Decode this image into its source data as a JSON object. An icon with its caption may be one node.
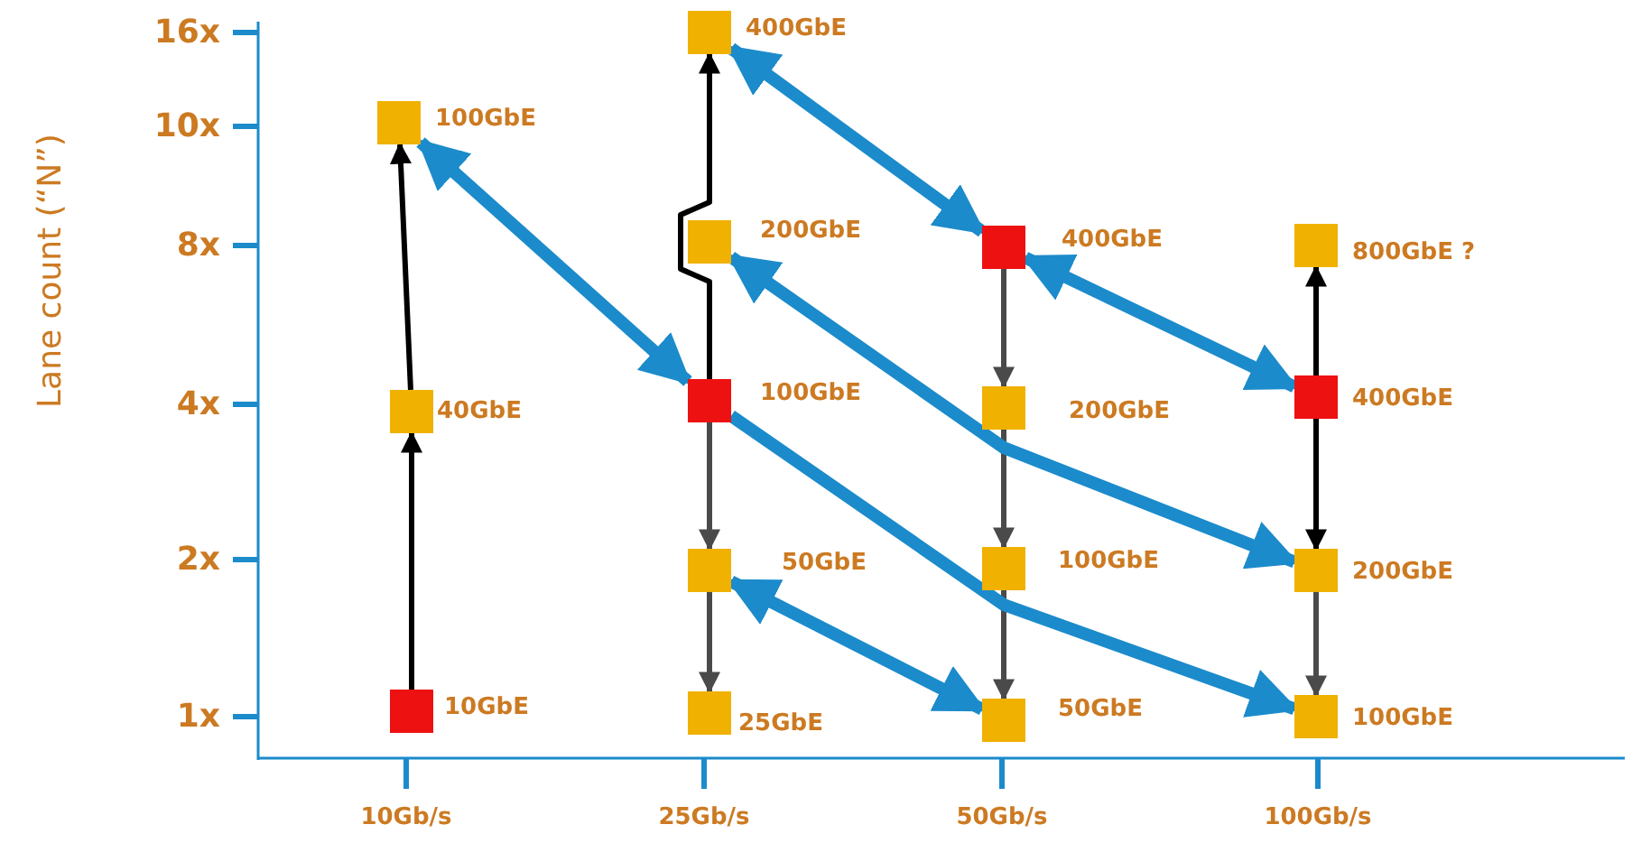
{
  "diagram": {
    "nodes": [
      {
        "text": [],
        "shape": "box",
        "beside": [
          "100GbE"
        ]
      },
      {
        "text": [],
        "shape": "box",
        "beside": [
          "40GbE"
        ]
      },
      {
        "text": [],
        "shape": "box",
        "beside": [
          "10GbE"
        ]
      },
      {
        "text": [],
        "shape": "box",
        "beside": [
          "400GbE"
        ]
      },
      {
        "text": [],
        "shape": "box",
        "beside": [
          "200GbE"
        ]
      },
      {
        "text": [],
        "shape": "box",
        "beside": [
          "100GbE"
        ]
      },
      {
        "text": [],
        "shape": "box",
        "beside": [
          "50GbE"
        ]
      },
      {
        "text": [],
        "shape": "box",
        "beside": [
          "25GbE"
        ]
      },
      {
        "text": [],
        "shape": "box",
        "beside": [
          "400GbE"
        ]
      },
      {
        "text": [],
        "shape": "box",
        "beside": [
          "200GbE"
        ]
      },
      {
        "text": [],
        "shape": "box",
        "beside": [
          "100GbE"
        ]
      },
      {
        "text": [],
        "shape": "box",
        "beside": [
          "50GbE"
        ]
      },
      {
        "text": [],
        "shape": "box",
        "beside": [
          "800GbE ?"
        ]
      },
      {
        "text": [],
        "shape": "box",
        "beside": [
          "400GbE"
        ]
      },
      {
        "text": [],
        "shape": "box",
        "beside": [
          "200GbE"
        ]
      },
      {
        "text": [],
        "shape": "box",
        "beside": [
          "100GbE"
        ]
      }
    ],
    "edges": [
      {
        "from": 2,
        "to": 1,
        "arrow": "to",
        "color": "#000000"
      },
      {
        "from": 1,
        "to": 0,
        "arrow": "to",
        "color": "#000000"
      },
      {
        "from": 5,
        "to": 3,
        "arrow": "to",
        "color": "#000000"
      },
      {
        "from": 13,
        "to": 12,
        "arrow": "to",
        "color": "#000000"
      },
      {
        "from": 13,
        "to": 14,
        "arrow": "to",
        "color": "#000000"
      },
      {
        "from": 5,
        "to": 6,
        "arrow": "to"
      },
      {
        "from": 6,
        "to": 7,
        "arrow": "to"
      },
      {
        "from": 8,
        "to": 9,
        "arrow": "to"
      },
      {
        "from": 9,
        "to": 10,
        "arrow": "to"
      },
      {
        "from": 10,
        "to": 11,
        "arrow": "to"
      },
      {
        "from": 14,
        "to": 15,
        "arrow": "to"
      },
      {
        "from": 0,
        "to": 5,
        "arrow": "both",
        "style": "thick",
        "color": "#1b8bcb"
      },
      {
        "from": 3,
        "to": 8,
        "arrow": "both",
        "style": "thick",
        "color": "#1b8bcb"
      },
      {
        "from": 8,
        "to": 13,
        "arrow": "both",
        "style": "thick",
        "color": "#1b8bcb"
      },
      {
        "from": 4,
        "to": 14,
        "arrow": "both",
        "style": "thick",
        "color": "#1b8bcb"
      },
      {
        "from": 6,
        "to": 11,
        "arrow": "both",
        "style": "thick",
        "color": "#1b8bcb"
      },
      {
        "from": 5,
        "to": 15,
        "arrow": "to",
        "style": "thick",
        "color": "#1b8bcb"
      }
    ],
    "labels": [
      "Lane count (“N”)",
      "16x",
      "10x",
      "8x",
      "4x",
      "2x",
      "1x",
      "10Gb/s",
      "25Gb/s",
      "50Gb/s",
      "100Gb/s"
    ]
  }
}
